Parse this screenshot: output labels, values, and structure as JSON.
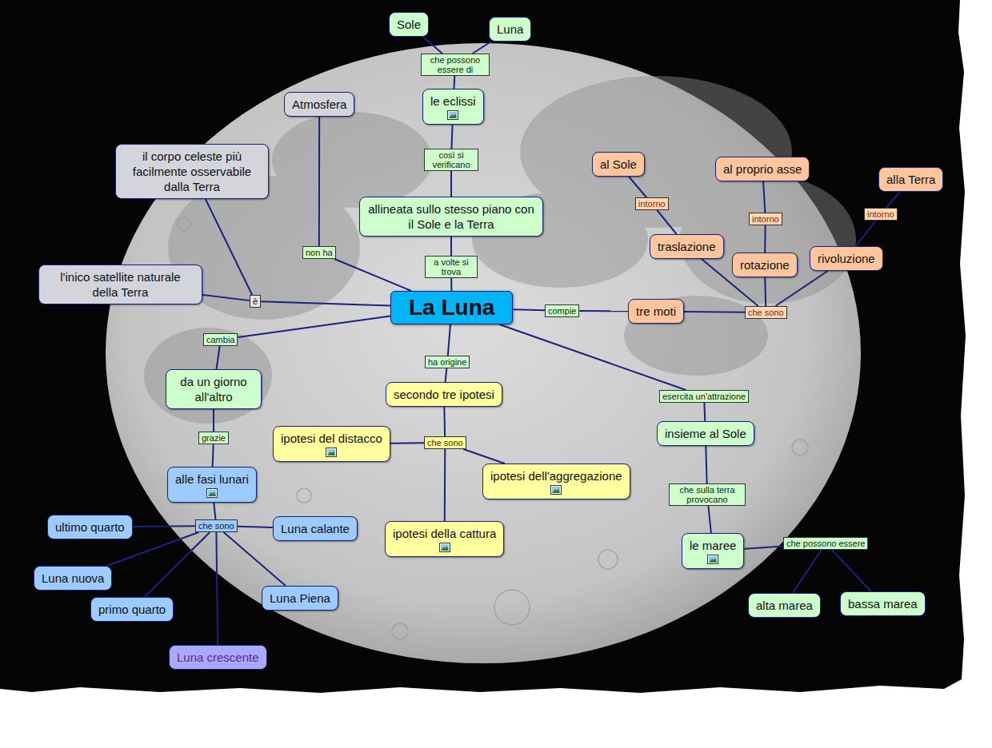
{
  "diagram": {
    "nodes": [
      {
        "text": [
          "Sole"
        ]
      },
      {
        "text": [
          "Luna"
        ]
      },
      {
        "text": [
          "che possono essere di"
        ]
      },
      {
        "text": [
          "le eclissi"
        ]
      },
      {
        "text": [
          "così si verificano"
        ]
      },
      {
        "text": [
          "allineata sullo stesso piano con il Sole e la Terra"
        ]
      },
      {
        "text": [
          "a volte si trova"
        ]
      },
      {
        "text": [
          "Atmosfera"
        ]
      },
      {
        "text": [
          "non ha"
        ]
      },
      {
        "text": [
          "il corpo celeste più facilmente osservabile dalla Terra"
        ]
      },
      {
        "text": [
          "l'inico satellite naturale della Terra"
        ]
      },
      {
        "text": [
          "è"
        ]
      },
      {
        "text": [
          "La Luna"
        ]
      },
      {
        "text": [
          "compie"
        ]
      },
      {
        "text": [
          "tre moti"
        ]
      },
      {
        "text": [
          "che sono"
        ]
      },
      {
        "text": [
          "traslazione"
        ]
      },
      {
        "text": [
          "rotazione"
        ]
      },
      {
        "text": [
          "rivoluzione"
        ]
      },
      {
        "text": [
          "intorno"
        ]
      },
      {
        "text": [
          "al Sole"
        ]
      },
      {
        "text": [
          "intorno"
        ]
      },
      {
        "text": [
          "al proprio asse"
        ]
      },
      {
        "text": [
          "intorno"
        ]
      },
      {
        "text": [
          "alla Terra"
        ]
      },
      {
        "text": [
          "cambia"
        ]
      },
      {
        "text": [
          "da un giorno all'altro"
        ]
      },
      {
        "text": [
          "grazie"
        ]
      },
      {
        "text": [
          "alle fasi lunari"
        ]
      },
      {
        "text": [
          "che sono"
        ]
      },
      {
        "text": [
          "ultimo quarto"
        ]
      },
      {
        "text": [
          "Luna calante"
        ]
      },
      {
        "text": [
          "Luna nuova"
        ]
      },
      {
        "text": [
          "primo quarto"
        ]
      },
      {
        "text": [
          "Luna Piena"
        ]
      },
      {
        "text": [
          "Luna crescente"
        ]
      },
      {
        "text": [
          "ha origine"
        ]
      },
      {
        "text": [
          "secondo tre ipotesi"
        ]
      },
      {
        "text": [
          "che sono"
        ]
      },
      {
        "text": [
          "ipotesi del distacco"
        ]
      },
      {
        "text": [
          "ipotesi dell'aggregazione"
        ]
      },
      {
        "text": [
          "ipotesi della cattura"
        ]
      },
      {
        "text": [
          "esercita un'attrazione"
        ]
      },
      {
        "text": [
          "insieme al Sole"
        ]
      },
      {
        "text": [
          "che sulla terra provocano"
        ]
      },
      {
        "text": [
          "le maree"
        ]
      },
      {
        "text": [
          "che possono essere"
        ]
      },
      {
        "text": [
          "alta marea"
        ]
      },
      {
        "text": [
          "bassa marea"
        ]
      }
    ],
    "edges": [
      {
        "from": 12,
        "to": 6,
        "arrow": "none"
      },
      {
        "from": 6,
        "to": 5,
        "arrow": "none"
      },
      {
        "from": 5,
        "to": 4,
        "arrow": "none"
      },
      {
        "from": 4,
        "to": 3,
        "arrow": "none"
      },
      {
        "from": 3,
        "to": 2,
        "arrow": "none"
      },
      {
        "from": 2,
        "to": 0,
        "arrow": "none"
      },
      {
        "from": 2,
        "to": 1,
        "arrow": "none"
      },
      {
        "from": 12,
        "to": 8,
        "arrow": "none"
      },
      {
        "from": 8,
        "to": 7,
        "arrow": "none"
      },
      {
        "from": 12,
        "to": 11,
        "arrow": "none"
      },
      {
        "from": 11,
        "to": 9,
        "arrow": "none"
      },
      {
        "from": 11,
        "to": 10,
        "arrow": "none"
      },
      {
        "from": 12,
        "to": 13,
        "arrow": "none"
      },
      {
        "from": 13,
        "to": 14,
        "arrow": "none"
      },
      {
        "from": 14,
        "to": 15,
        "arrow": "none"
      },
      {
        "from": 15,
        "to": 16,
        "arrow": "none"
      },
      {
        "from": 15,
        "to": 17,
        "arrow": "none"
      },
      {
        "from": 15,
        "to": 18,
        "arrow": "none"
      },
      {
        "from": 16,
        "to": 19,
        "arrow": "none"
      },
      {
        "from": 19,
        "to": 20,
        "arrow": "none"
      },
      {
        "from": 17,
        "to": 21,
        "arrow": "none"
      },
      {
        "from": 21,
        "to": 22,
        "arrow": "none"
      },
      {
        "from": 18,
        "to": 23,
        "arrow": "none"
      },
      {
        "from": 23,
        "to": 24,
        "arrow": "none"
      },
      {
        "from": 12,
        "to": 25,
        "arrow": "none"
      },
      {
        "from": 25,
        "to": 26,
        "arrow": "none"
      },
      {
        "from": 26,
        "to": 27,
        "arrow": "none"
      },
      {
        "from": 27,
        "to": 28,
        "arrow": "none"
      },
      {
        "from": 28,
        "to": 29,
        "arrow": "none"
      },
      {
        "from": 29,
        "to": 30,
        "arrow": "none"
      },
      {
        "from": 29,
        "to": 31,
        "arrow": "none"
      },
      {
        "from": 29,
        "to": 32,
        "arrow": "none"
      },
      {
        "from": 29,
        "to": 33,
        "arrow": "none"
      },
      {
        "from": 29,
        "to": 34,
        "arrow": "none"
      },
      {
        "from": 29,
        "to": 35,
        "arrow": "none"
      },
      {
        "from": 12,
        "to": 36,
        "arrow": "none"
      },
      {
        "from": 36,
        "to": 37,
        "arrow": "none"
      },
      {
        "from": 37,
        "to": 38,
        "arrow": "none"
      },
      {
        "from": 38,
        "to": 39,
        "arrow": "none"
      },
      {
        "from": 38,
        "to": 40,
        "arrow": "none"
      },
      {
        "from": 38,
        "to": 41,
        "arrow": "none"
      },
      {
        "from": 12,
        "to": 42,
        "arrow": "none"
      },
      {
        "from": 42,
        "to": 43,
        "arrow": "none"
      },
      {
        "from": 43,
        "to": 44,
        "arrow": "none"
      },
      {
        "from": 44,
        "to": 45,
        "arrow": "none"
      },
      {
        "from": 45,
        "to": 46,
        "arrow": "none"
      },
      {
        "from": 46,
        "to": 47,
        "arrow": "none"
      },
      {
        "from": 46,
        "to": 48,
        "arrow": "none"
      }
    ]
  }
}
